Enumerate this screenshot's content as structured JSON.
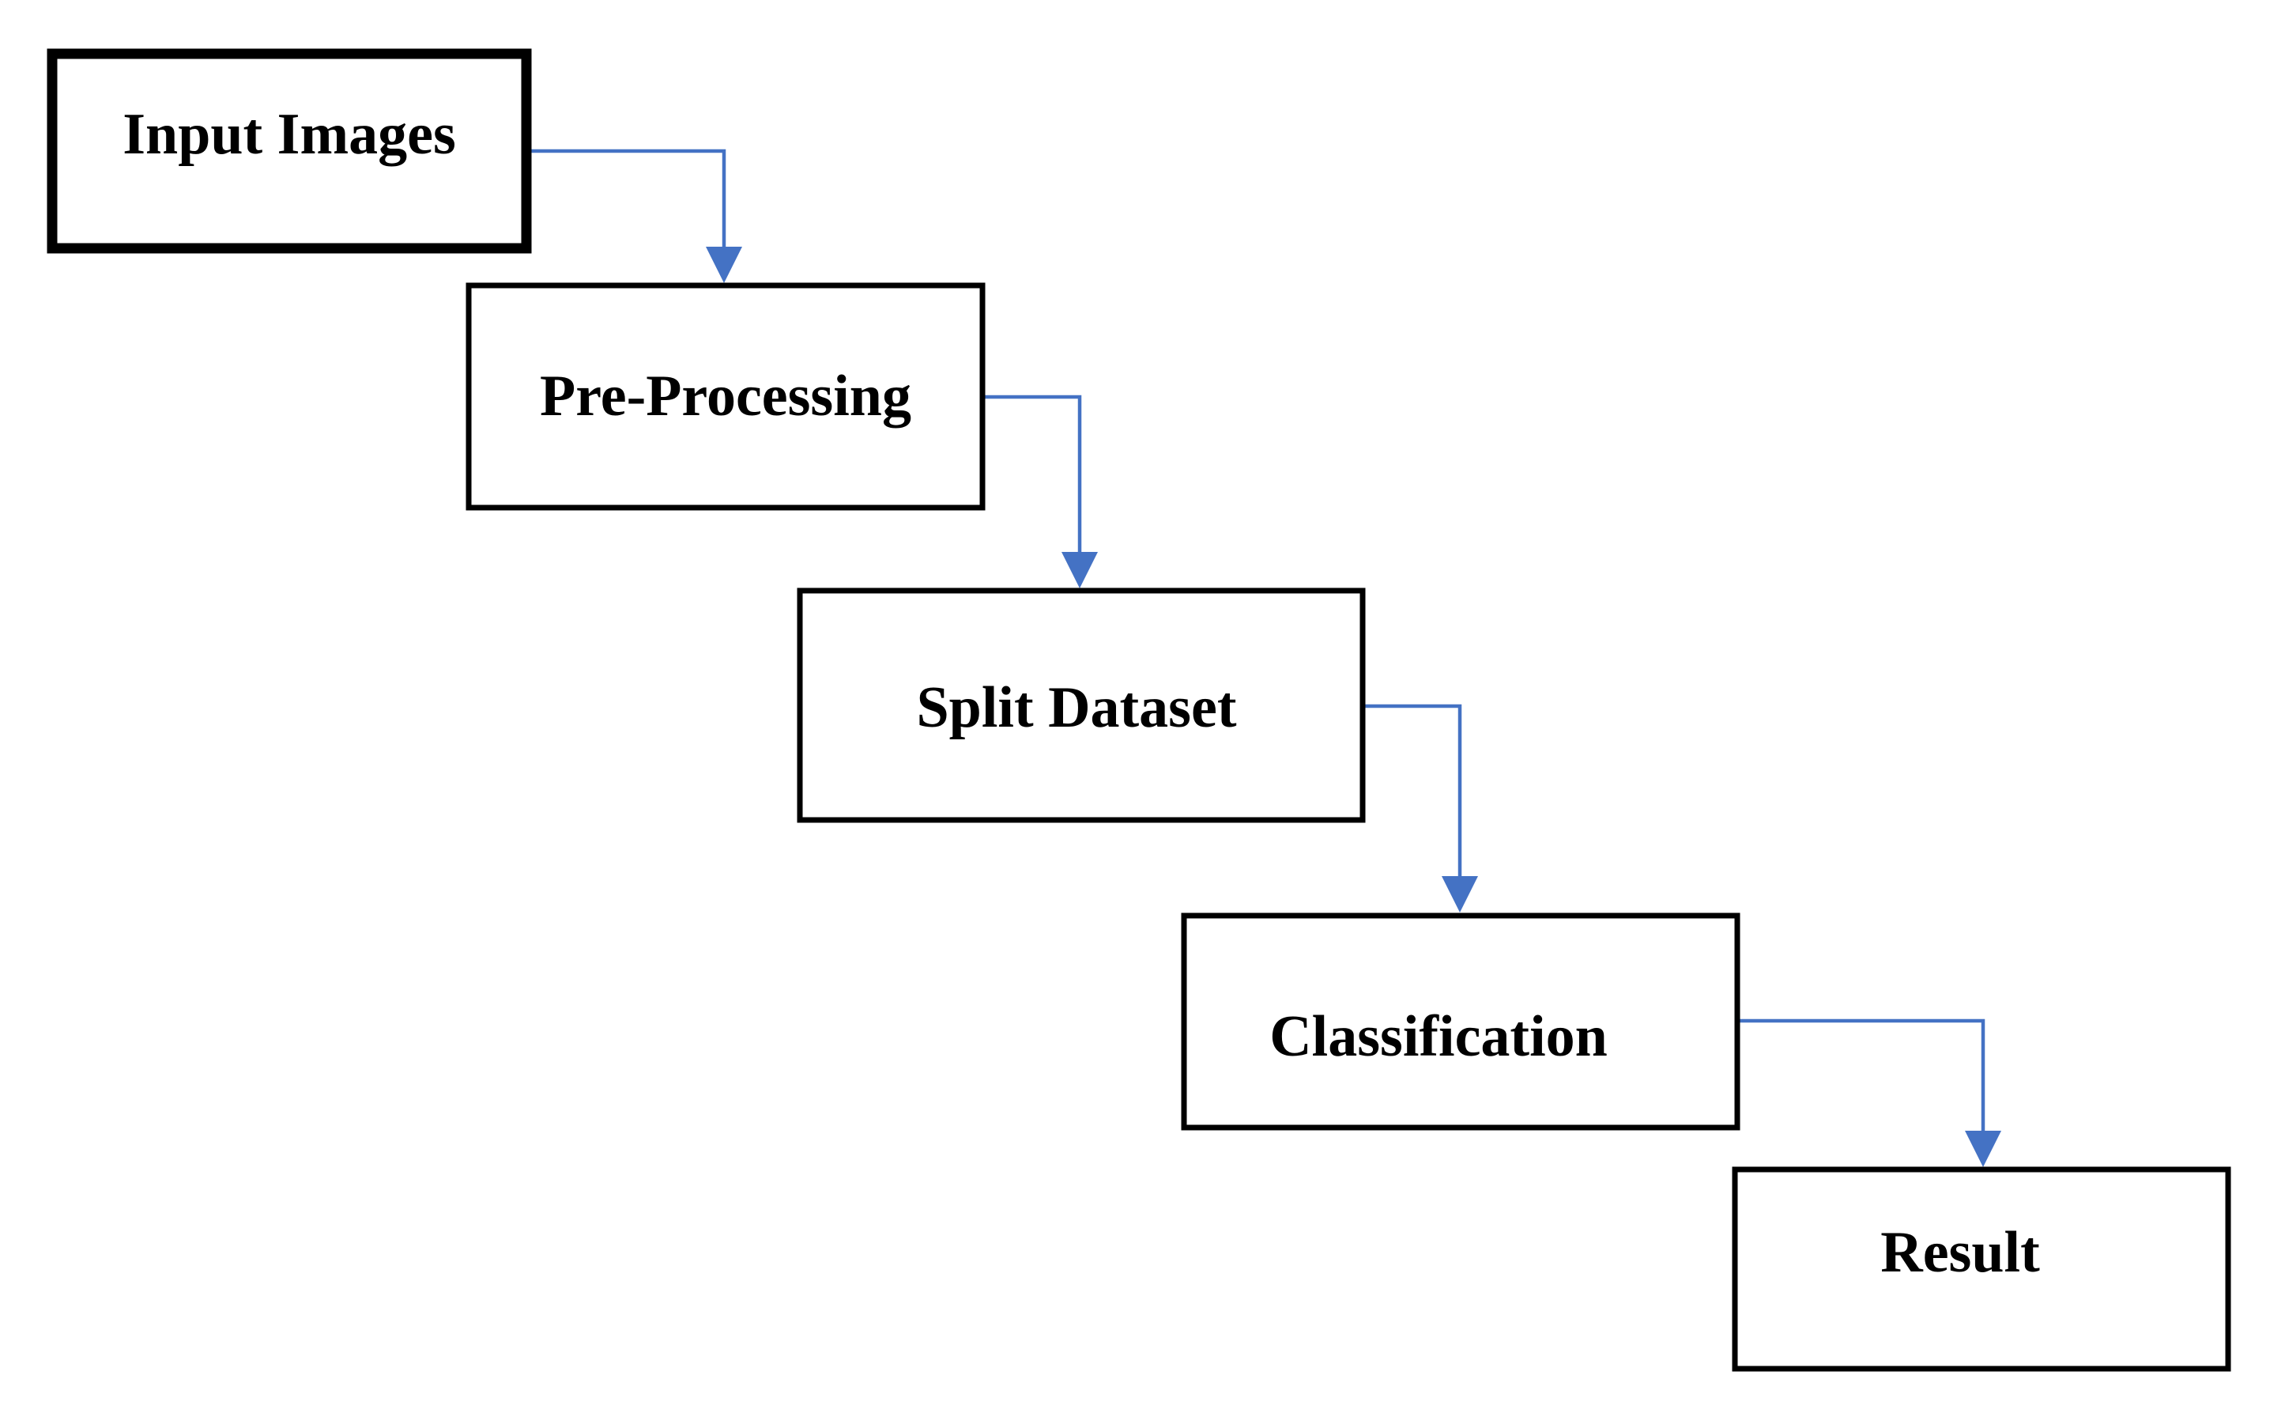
{
  "diagram": {
    "steps": [
      {
        "id": "input-images",
        "label": "Input Images"
      },
      {
        "id": "pre-processing",
        "label": "Pre-Processing"
      },
      {
        "id": "split-dataset",
        "label": "Split Dataset"
      },
      {
        "id": "classification",
        "label": "Classification"
      },
      {
        "id": "result",
        "label": "Result"
      }
    ],
    "edges": [
      {
        "from": "input-images",
        "to": "pre-processing"
      },
      {
        "from": "pre-processing",
        "to": "split-dataset"
      },
      {
        "from": "split-dataset",
        "to": "classification"
      },
      {
        "from": "classification",
        "to": "result"
      }
    ]
  },
  "colors": {
    "box_border": "#000000",
    "box_fill": "#ffffff",
    "label_text": "#000000",
    "connector": "#4472C4",
    "background": "#ffffff"
  }
}
